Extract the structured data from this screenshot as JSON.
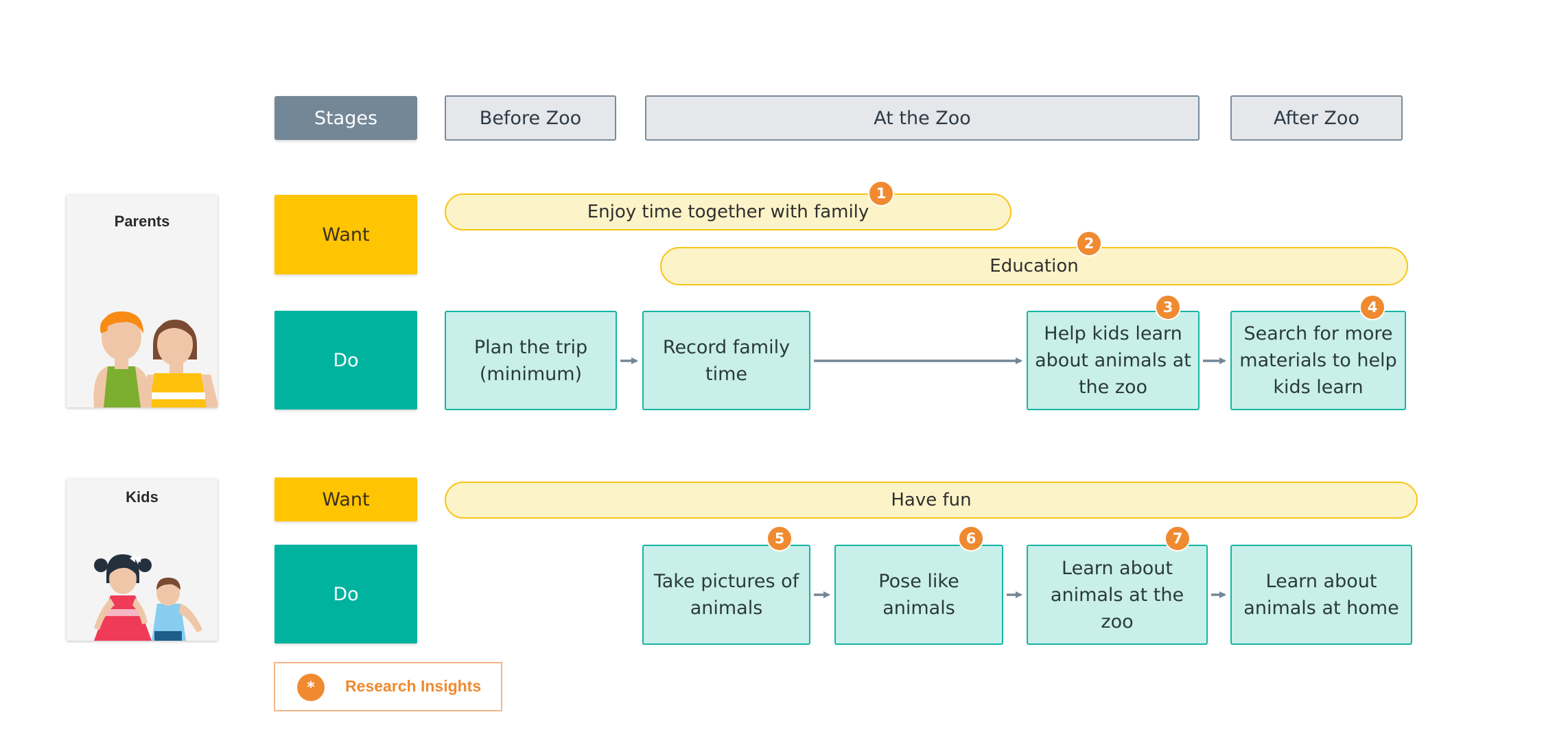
{
  "stages": {
    "header": "Stages",
    "before": "Before Zoo",
    "at": "At the Zoo",
    "after": "After Zoo"
  },
  "parents": {
    "title": "Parents",
    "want_label": "Want",
    "do_label": "Do",
    "wants": [
      "Enjoy time together with family",
      "Education"
    ],
    "steps": [
      "Plan the trip (minimum)",
      "Record family time",
      "Help kids learn about animals at the zoo",
      "Search for more materials to help kids learn"
    ]
  },
  "kids": {
    "title": "Kids",
    "want_label": "Want",
    "do_label": "Do",
    "wants": [
      "Have fun"
    ],
    "steps": [
      "Take pictures of animals",
      "Pose like animals",
      "Learn about animals at the zoo",
      "Learn about animals at home"
    ]
  },
  "badges": [
    "1",
    "2",
    "3",
    "4",
    "5",
    "6",
    "7"
  ],
  "legend": {
    "symbol": "*",
    "label": "Research Insights"
  },
  "colors": {
    "stage_header": "#748797",
    "want": "#ffc402",
    "do": "#00b39f",
    "insight": "#ef8a30",
    "pill_fill": "#fcf3c8",
    "step_fill": "#c9efea"
  }
}
